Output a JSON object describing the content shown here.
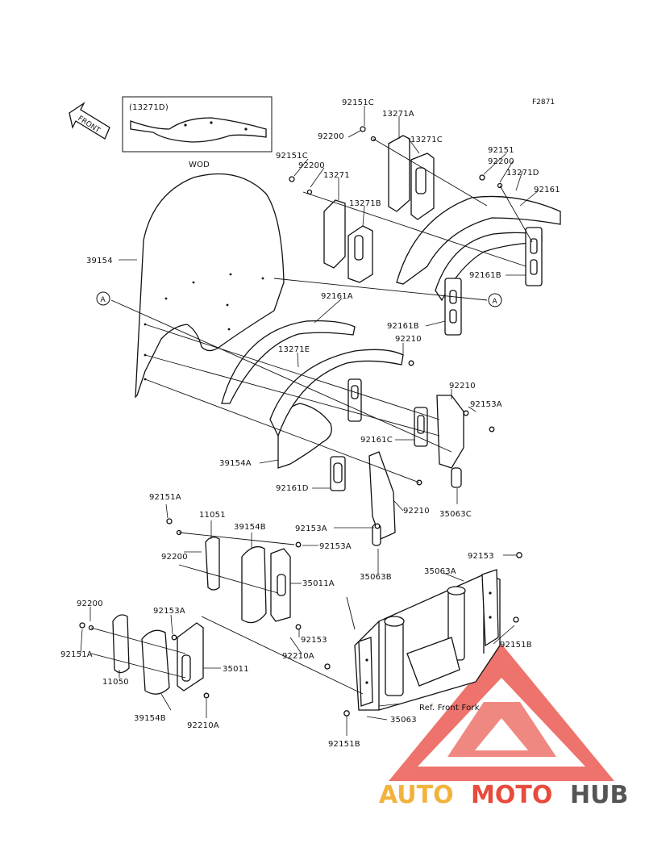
{
  "figure_code": "F2871",
  "front_arrow_label": "FRONT",
  "inset_label": "(13271D)",
  "ref_label": "Ref. Front Fork",
  "callout_a": "A",
  "part_labels": {
    "p92151c_top": "92151C",
    "p13271a": "13271A",
    "p92200_top": "92200",
    "p13271c": "13271C",
    "p92151c_mid": "92151C",
    "p92200_mid": "92200",
    "p13271": "13271",
    "p13271b": "13271B",
    "p92151_top": "92151",
    "p92200_right": "92200",
    "p13271d": "13271D",
    "p92161": "92161",
    "p92161b_1": "92161B",
    "p92161b_2": "92161B",
    "p39154": "39154",
    "p92161a": "92161A",
    "p92210_1": "92210",
    "p13271e": "13271E",
    "p92210_2": "92210",
    "p92153a_1": "92153A",
    "p92161c": "92161C",
    "p39154a": "39154A",
    "p92161d": "92161D",
    "p92210_3": "92210",
    "p35063c": "35063C",
    "p92151a_1": "92151A",
    "p11051": "11051",
    "p39154b_1": "39154B",
    "p92153a_2": "92153A",
    "p92153a_3": "92153A",
    "p35063b": "35063B",
    "p92200_left": "92200",
    "p35011a": "35011A",
    "p92153_1": "92153",
    "p35063a": "35063A",
    "p92153_2": "92153",
    "p92210a_1": "92210A",
    "p92200_low": "92200",
    "p92153a_4": "92153A",
    "p92151b_1": "92151B",
    "p92151a_2": "92151A",
    "p11050": "11050",
    "p35011": "35011",
    "p39154b_2": "39154B",
    "p92210a_2": "92210A",
    "p35063": "35063",
    "p92151b_2": "92151B",
    "p_wod": "WOD"
  },
  "watermark": {
    "part1": "AUTO",
    "part2": "MOTO",
    "part3": "HUB",
    "colors": {
      "auto": "#f2b33d",
      "moto": "#e84a3c",
      "hub": "#555555",
      "triangle": "#e8453c"
    }
  }
}
